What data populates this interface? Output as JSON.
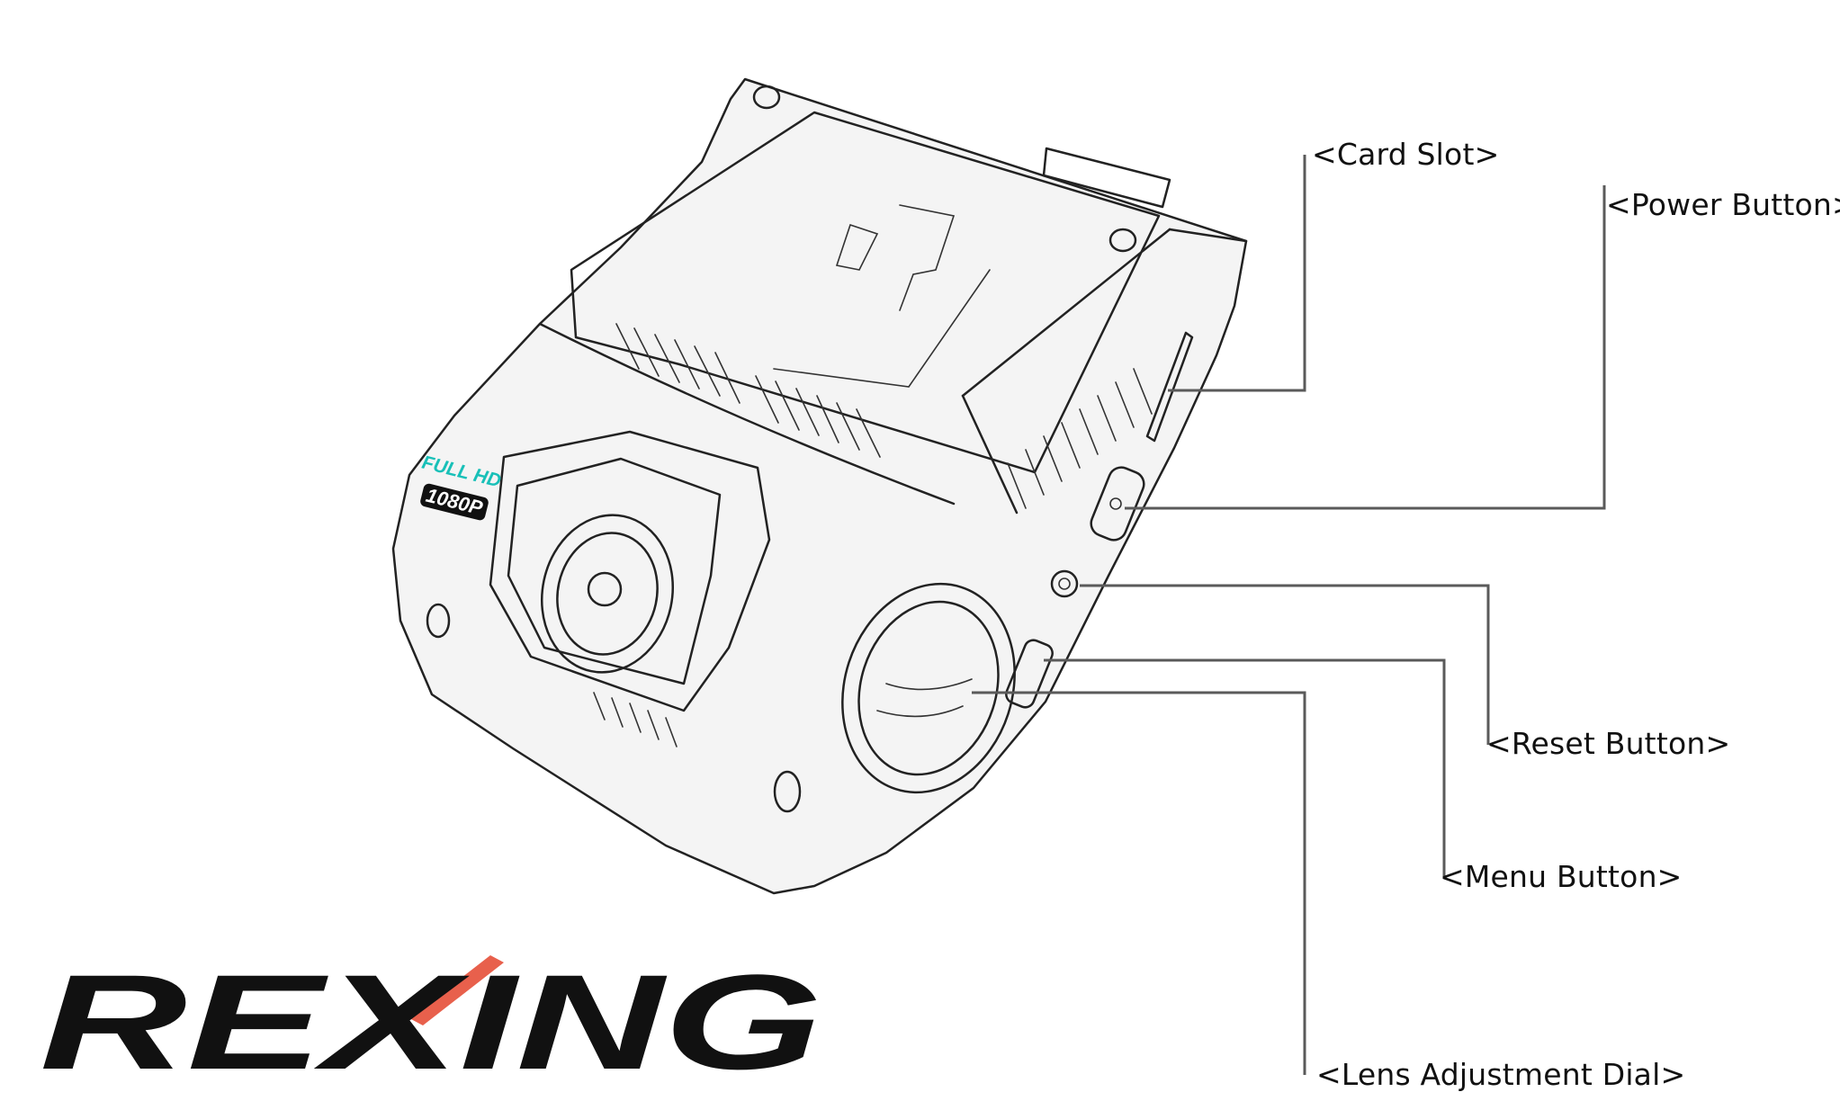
{
  "callouts": {
    "card_slot": "<Card Slot>",
    "power_button": "<Power Button>",
    "reset_button": "<Reset Button>",
    "menu_button": "<Menu Button>",
    "lens_dial": "<Lens Adjustment Dial>"
  },
  "badge": {
    "line1": "FULL HD",
    "line2": "1080P"
  },
  "brand": {
    "logo_text": "REXING",
    "accent_color": "#e8604c",
    "logo_color": "#111111"
  },
  "badge_color": "#18c0b8",
  "leader_color": "#5a5a5a"
}
